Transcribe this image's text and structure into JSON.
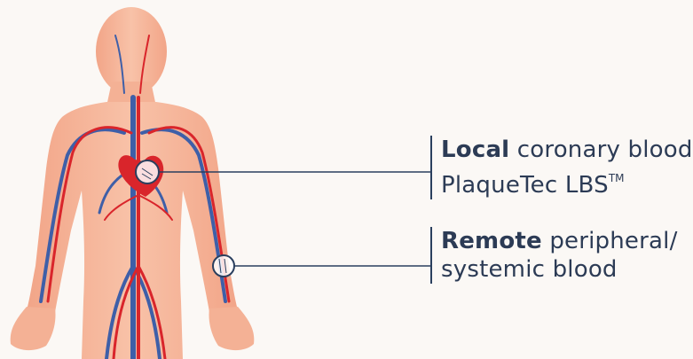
{
  "labels": {
    "local": {
      "bold": "Local",
      "rest": " coronary blood",
      "line2": "PlaqueTec LBS",
      "trademark": "TM"
    },
    "remote": {
      "bold": "Remote",
      "rest": " peripheral/",
      "line2": "systemic blood"
    }
  },
  "colors": {
    "background": "#fbf8f5",
    "skin": "#f6b89c",
    "artery": "#d9252b",
    "vein": "#3e5fa8",
    "text": "#2c3b55",
    "leader_line": "#2a3f5e"
  }
}
